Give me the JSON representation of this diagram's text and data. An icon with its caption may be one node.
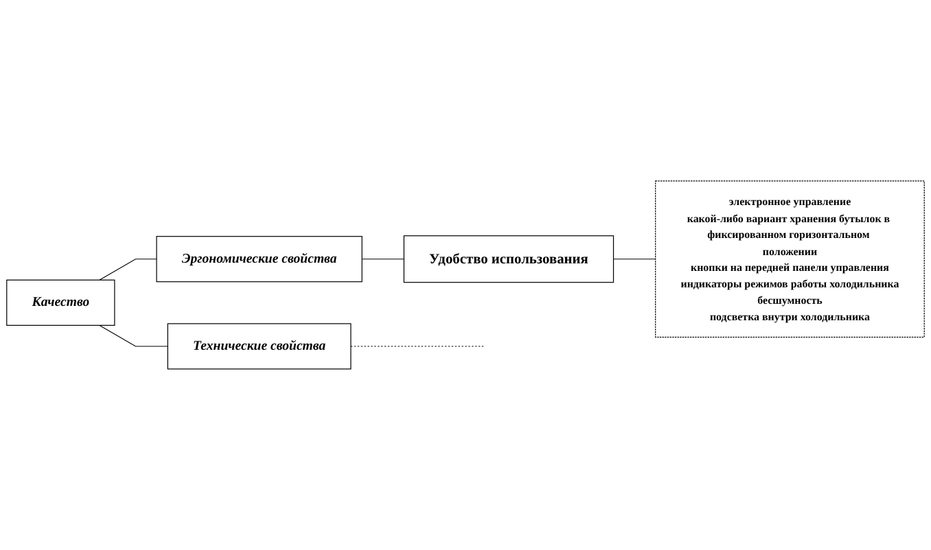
{
  "diagram": {
    "nodes": [
      {
        "text": [
          "Качество"
        ]
      },
      {
        "text": [
          "Технические свойства"
        ]
      },
      {
        "text": [
          "Эргономические свойства"
        ]
      },
      {
        "text": [
          "Удобство использования"
        ]
      },
      {
        "text": [
          "электронное управление",
          "какой-либо вариант хранения бутылок в фиксированном горизонтальном положении",
          "кнопки на передней панели управления",
          "индикаторы режимов работы холодильника",
          "бесшумность",
          "подсветка внутри холодильника"
        ]
      }
    ],
    "edges": [
      {
        "from": 0,
        "to": 1,
        "arrow": "none"
      },
      {
        "from": 0,
        "to": 2,
        "arrow": "none"
      },
      {
        "from": 1,
        "to": null,
        "arrow": "none",
        "style": "dashed"
      },
      {
        "from": 2,
        "to": 3,
        "arrow": "none"
      },
      {
        "from": 3,
        "to": 4,
        "arrow": "none"
      }
    ]
  }
}
